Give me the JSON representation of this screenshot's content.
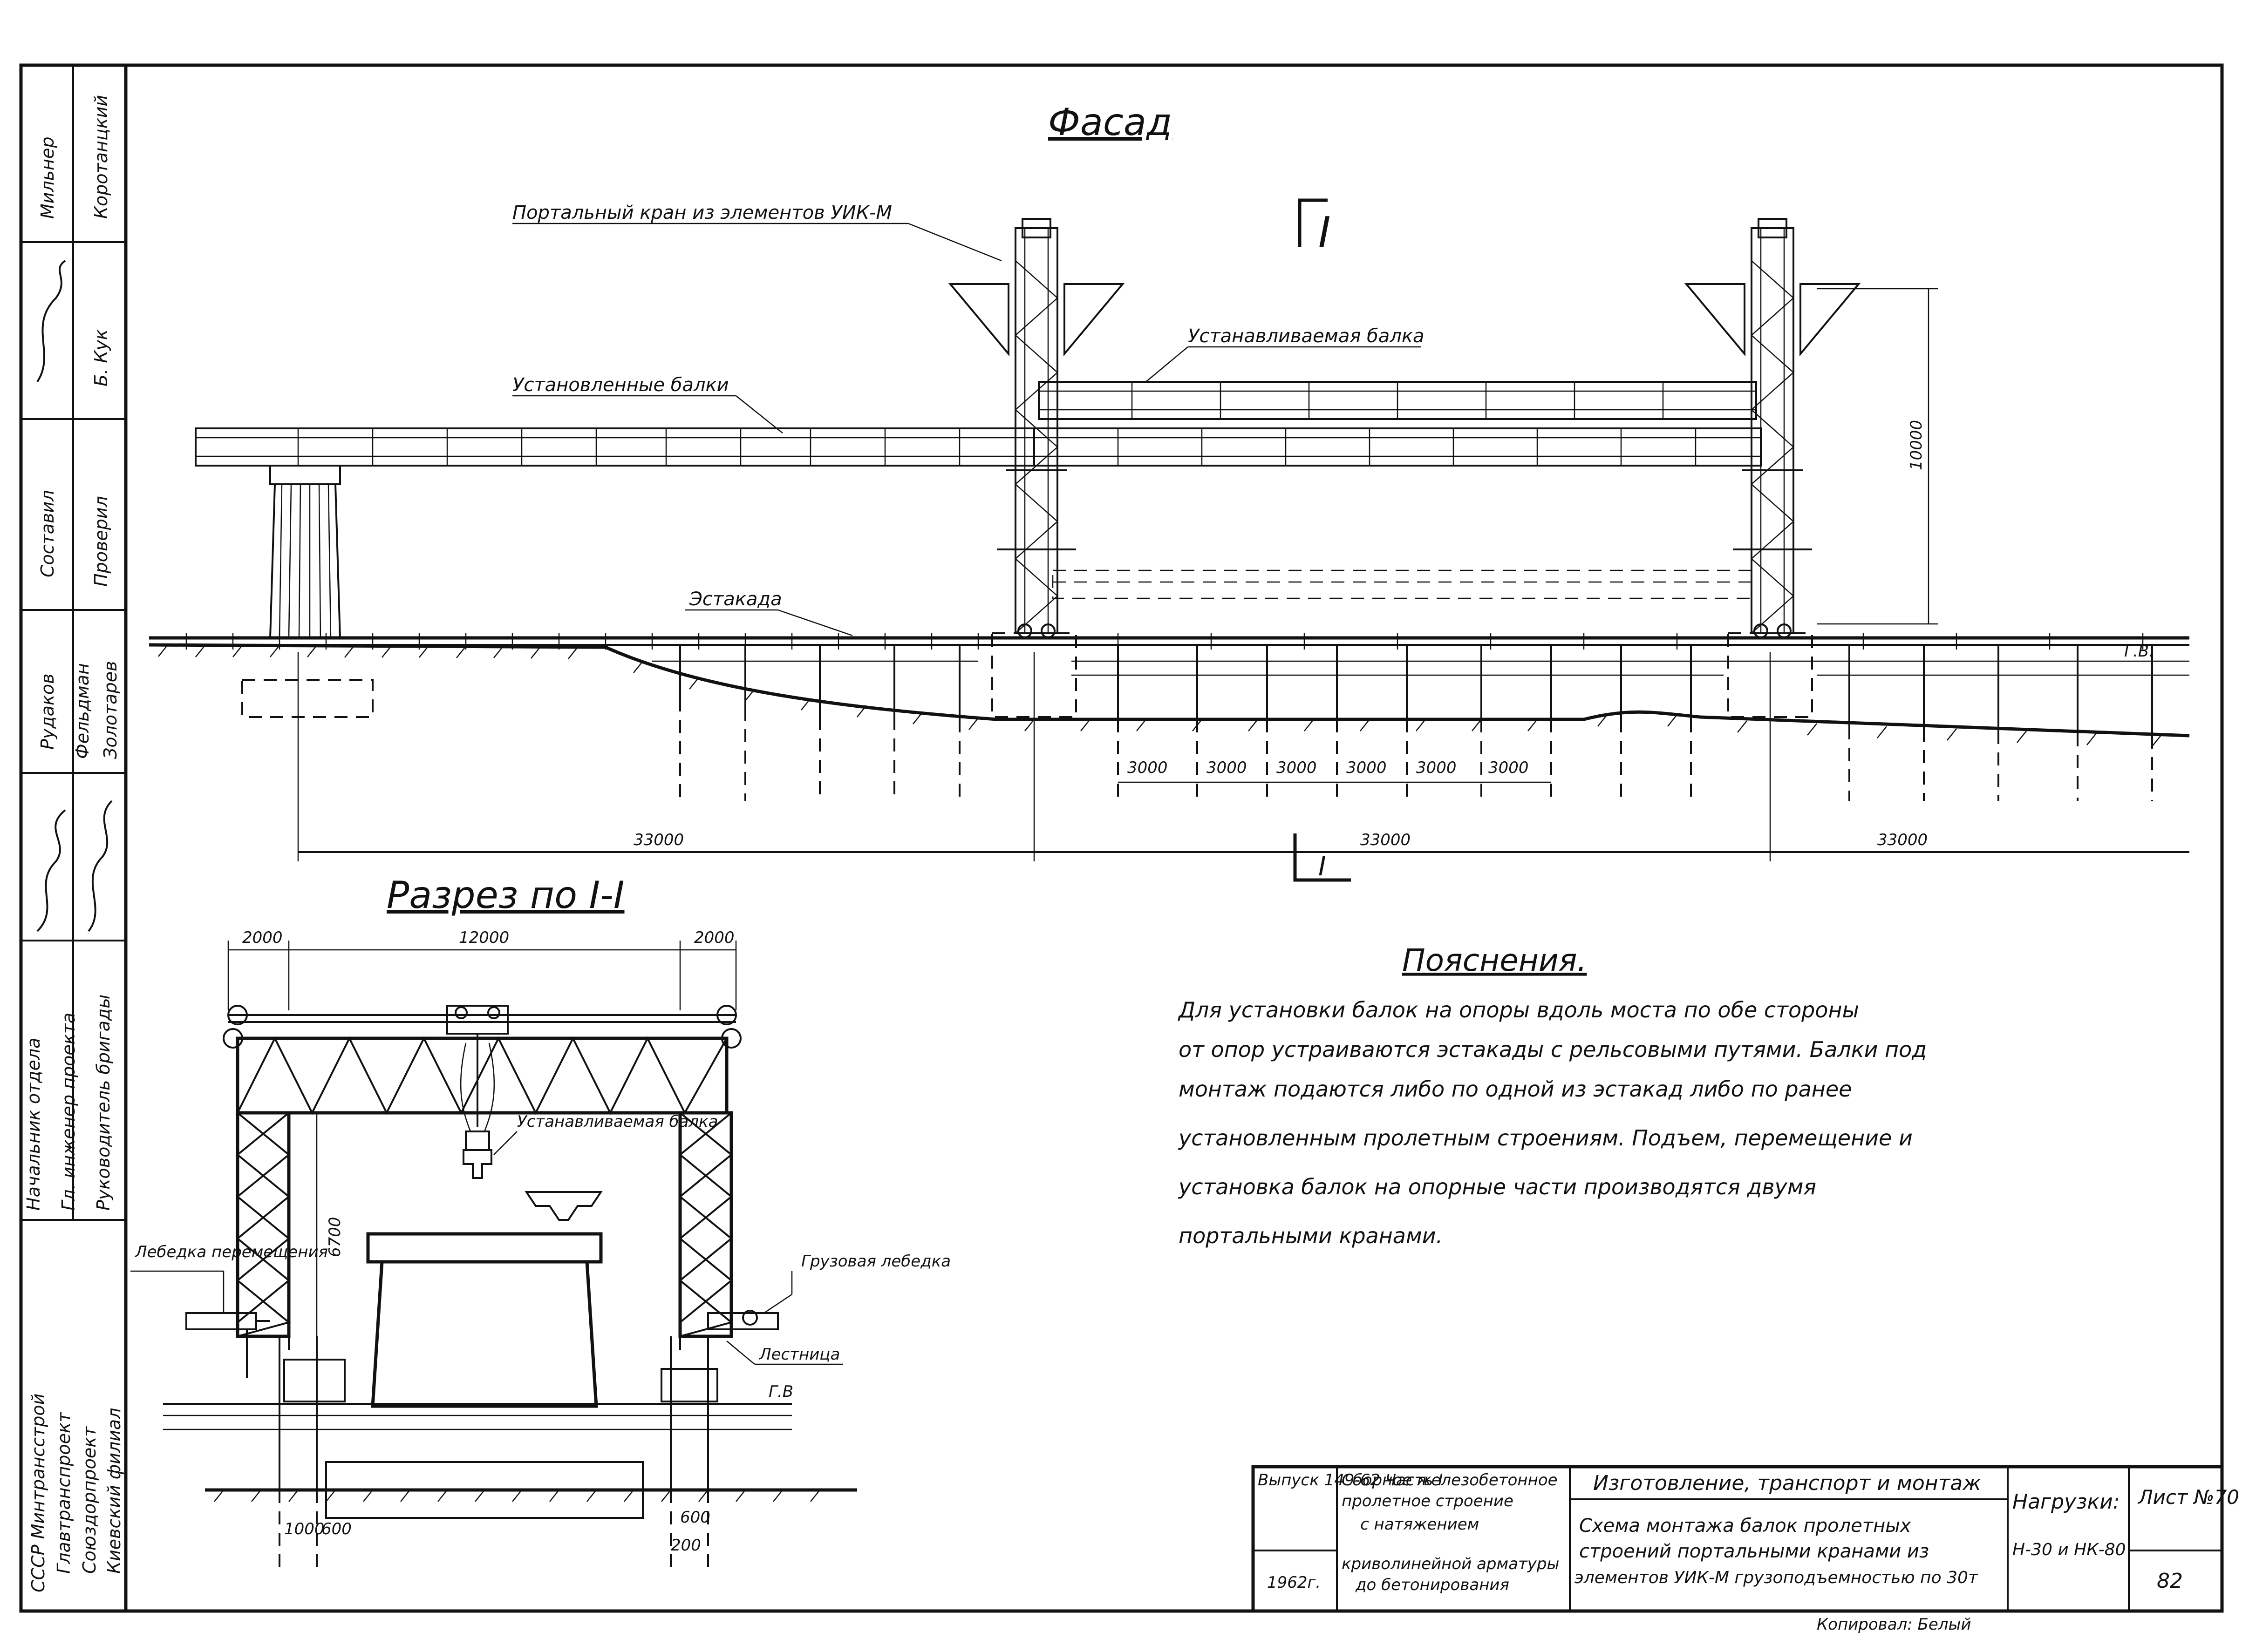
{
  "facade": {
    "title": "Фасад",
    "section_mark": "I",
    "label_crane": "Портальный кран из элементов УИК-М",
    "label_installed": "Установленные балки",
    "label_installing": "Устанавливаемая балка",
    "label_estakada": "Эстакада",
    "height_dim": "10000",
    "spans": [
      "33000",
      "33000",
      "33000"
    ],
    "piles": [
      "3000",
      "3000",
      "3000",
      "3000",
      "3000",
      "3000"
    ],
    "water_level": "Г.В."
  },
  "section": {
    "title": "Разрез по I-I",
    "dims_top": [
      "2000",
      "12000",
      "2000"
    ],
    "dim_height": "6700",
    "label_beam": "Устанавливаемая балка",
    "label_winch_move": "Лебедка перемещения",
    "label_winch_cargo": "Грузовая лебедка",
    "label_ladder": "Лестница",
    "water_level": "Г.В",
    "dims_bottom": [
      "1000",
      "600",
      "600",
      "200"
    ]
  },
  "notes": {
    "title": "Пояснения.",
    "lines": [
      "Для установки  балок на опоры вдоль моста по обе стороны",
      "от опор  устраиваются  эстакады с рельсовыми путями. Балки под",
      "монтаж подаются  либо по одной  из эстакад либо по ранее",
      "установленным  пролетным строениям. Подъем, перемещение   и",
      "установка балок на опорные  части производятся  двумя",
      "портальными   кранами."
    ]
  },
  "side_stamp": {
    "names_top": [
      "Мильнер",
      "Коротанцкий"
    ],
    "signs": [
      "Б. Кук"
    ],
    "roles_mid": [
      "Составил",
      "Проверил"
    ],
    "names_mid": [
      "Рудаков",
      "Фельдман",
      "Золотарев"
    ],
    "roles": [
      "Начальник отдела",
      "Гл. инженер проекта",
      "Руководитель бригады"
    ],
    "org": [
      "СССР Минтрансстрой",
      "Главтранспроект",
      "Союздорпроект",
      "Киевский филиал"
    ]
  },
  "title_block": {
    "issue": "Выпуск 149-62 Часть I",
    "year": "1962г.",
    "structure": [
      "Сборное железобетонное",
      "пролетное строение",
      "с натяжением",
      "криволинейной арматуры",
      "до бетонирования"
    ],
    "section_name": "Изготовление, транспорт и монтаж",
    "scheme": [
      "Схема монтажа балок пролетных",
      "строений портальными кранами из",
      "элементов УИК-М грузоподъемностью по 30т"
    ],
    "loads_label": "Нагрузки:",
    "loads_value": "Н-30 и НК-80",
    "sheet_label": "Лист №70",
    "page": "82",
    "copied": "Копировал: Белый"
  }
}
